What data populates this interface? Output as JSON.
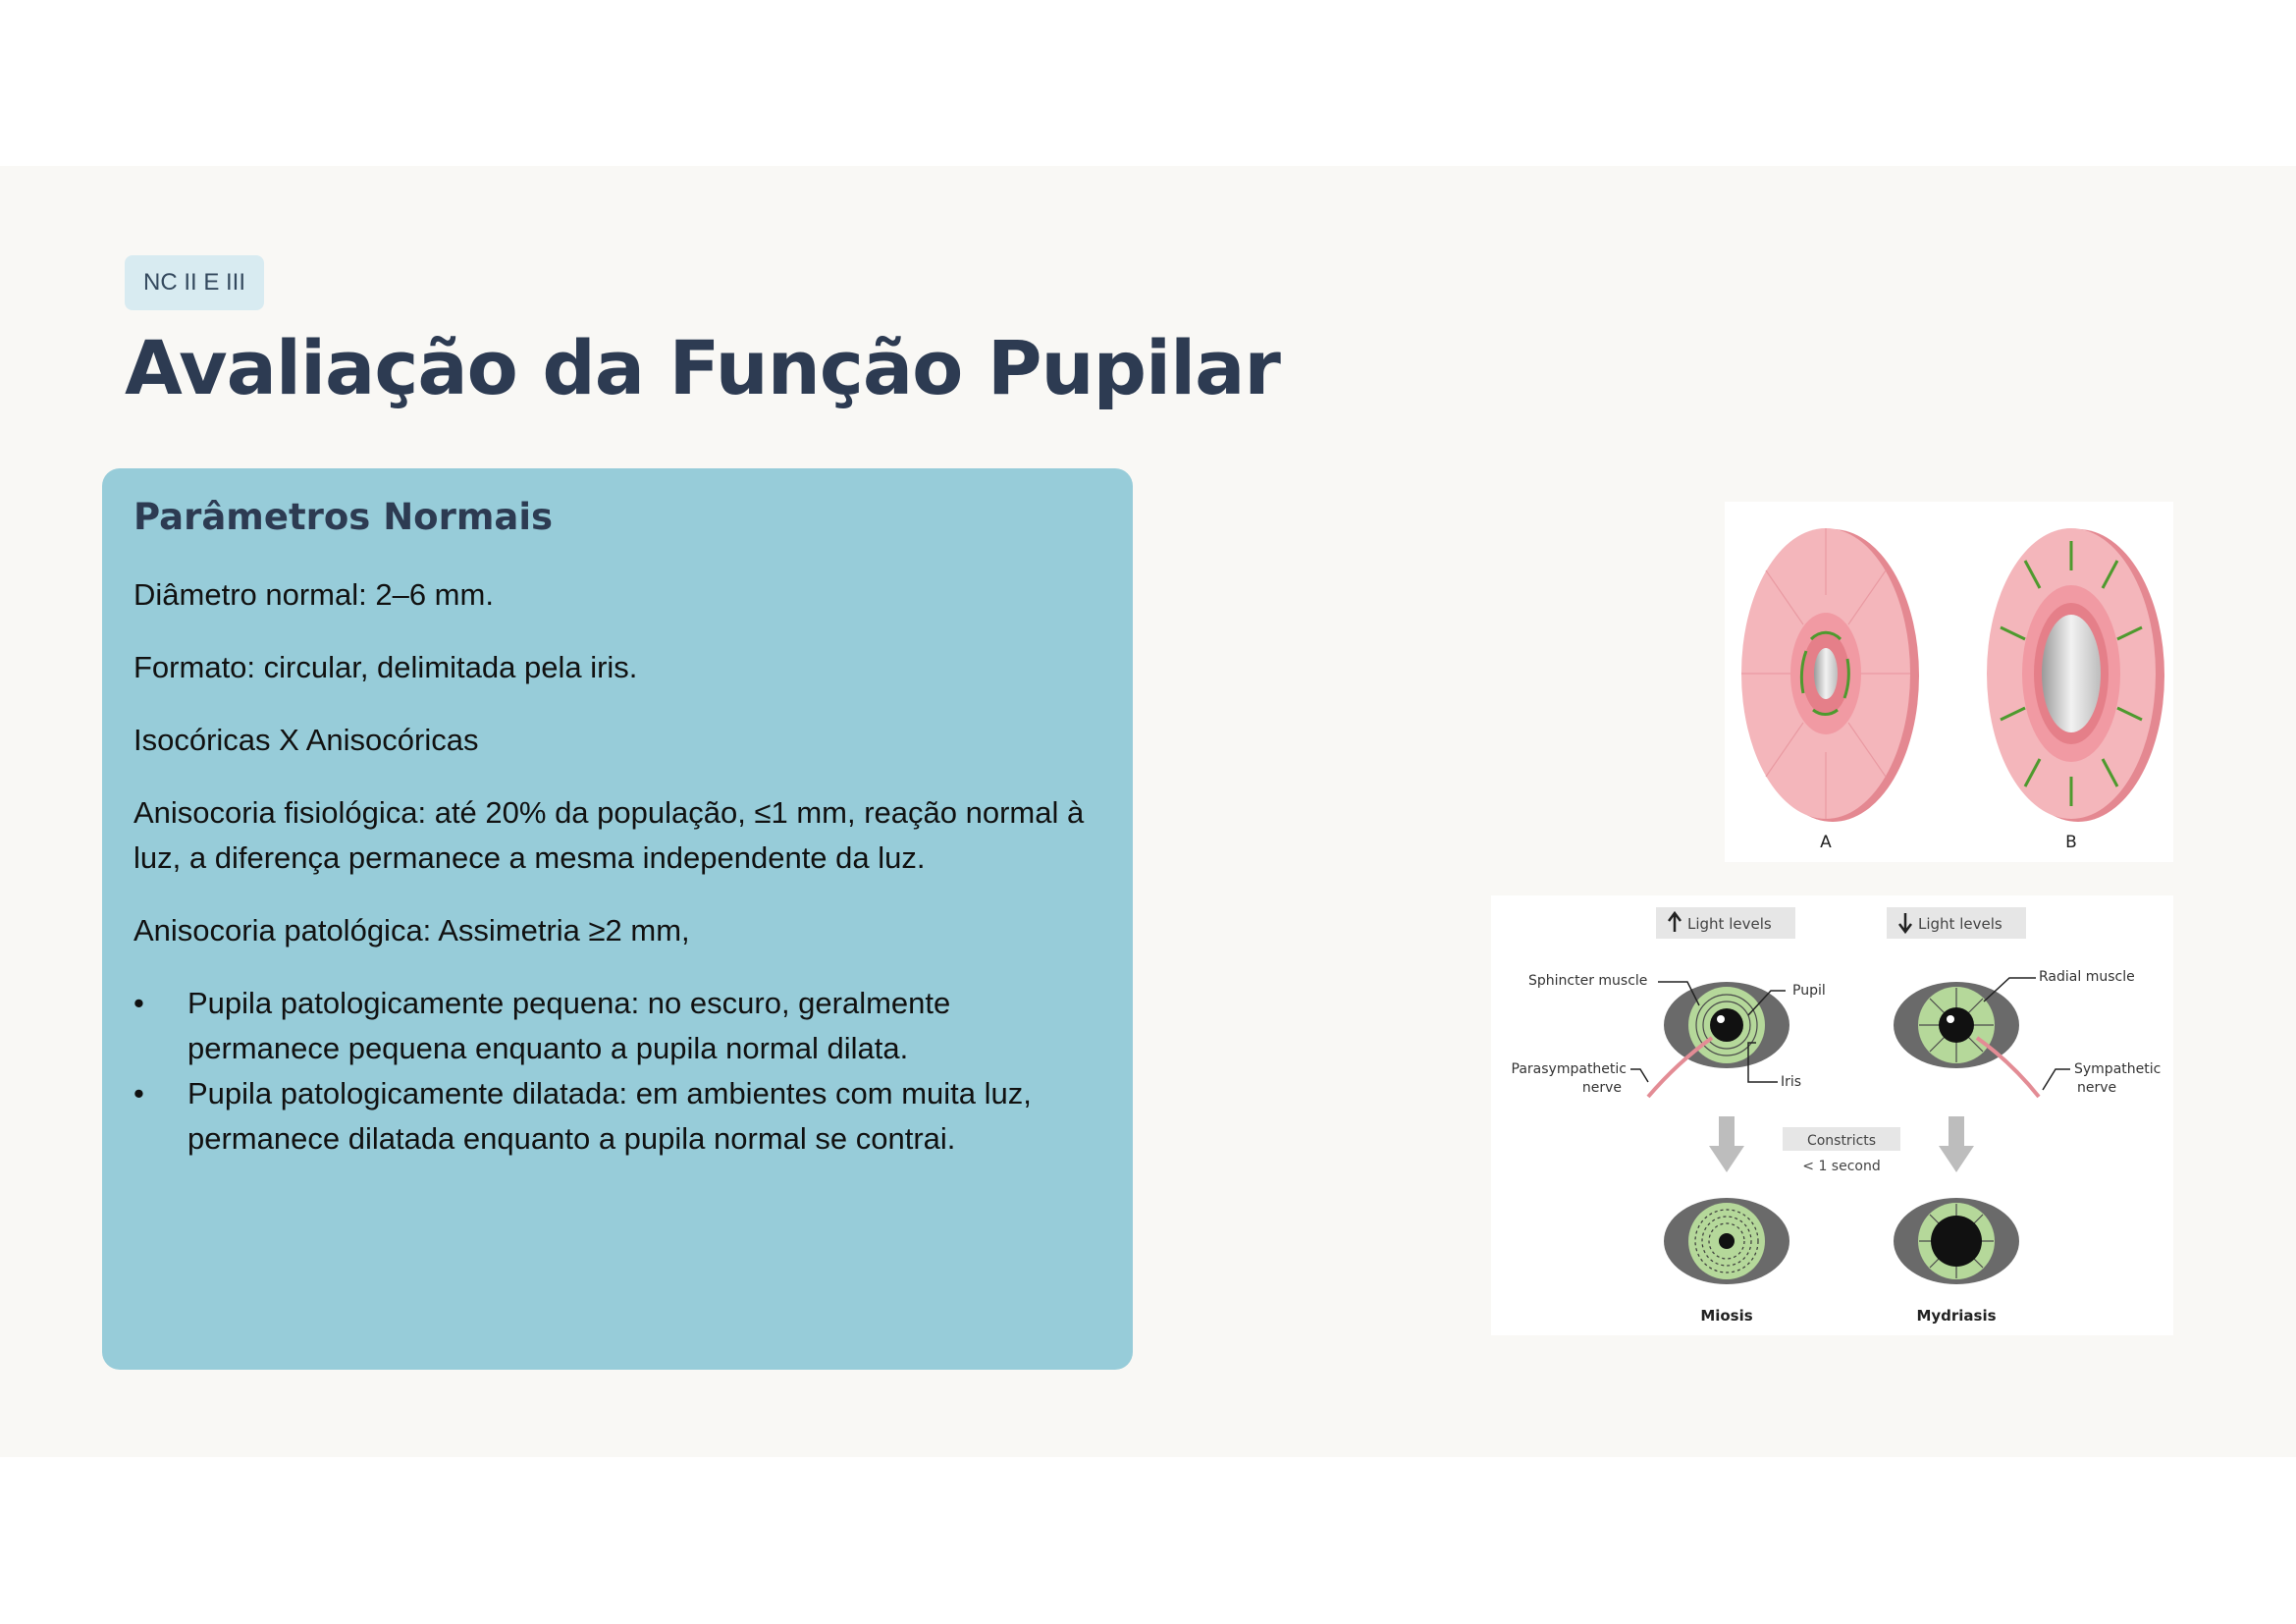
{
  "tag": "NC II E III",
  "title": "Avaliação da Função Pupilar",
  "card": {
    "heading": "Parâmetros Normais",
    "paragraphs": [
      "Diâmetro normal: 2–6 mm.",
      "Formato: circular, delimitada pela iris.",
      "Isocóricas X Anisocóricas",
      "Anisocoria fisiológica: até 20% da população, ≤1 mm, reação normal à luz, a diferença  permanece a mesma independente da luz.",
      "Anisocoria patológica: Assimetria ≥2 mm,"
    ],
    "bullet_char": "•",
    "bullets": [
      "Pupila patologicamente pequena: no escuro, geralmente permanece pequena enquanto a pupila normal dilata.",
      "Pupila patologicamente dilatada: em ambientes com muita luz, permanece dilatada enquanto a pupila normal se contrai."
    ]
  },
  "figure_iris": {
    "label_a": "A",
    "label_b": "B"
  },
  "figure_reflex": {
    "light_up": "Light levels",
    "light_down": "Light levels",
    "sphincter": "Sphincter muscle",
    "pupil": "Pupil",
    "radial": "Radial muscle",
    "parasym_1": "Parasympathetic",
    "parasym_2": "nerve",
    "iris": "Iris",
    "sym_1": "Sympathetic",
    "sym_2": "nerve",
    "constricts": "Constricts",
    "time": "< 1 second",
    "miosis": "Miosis",
    "mydriasis": "Mydriasis"
  }
}
